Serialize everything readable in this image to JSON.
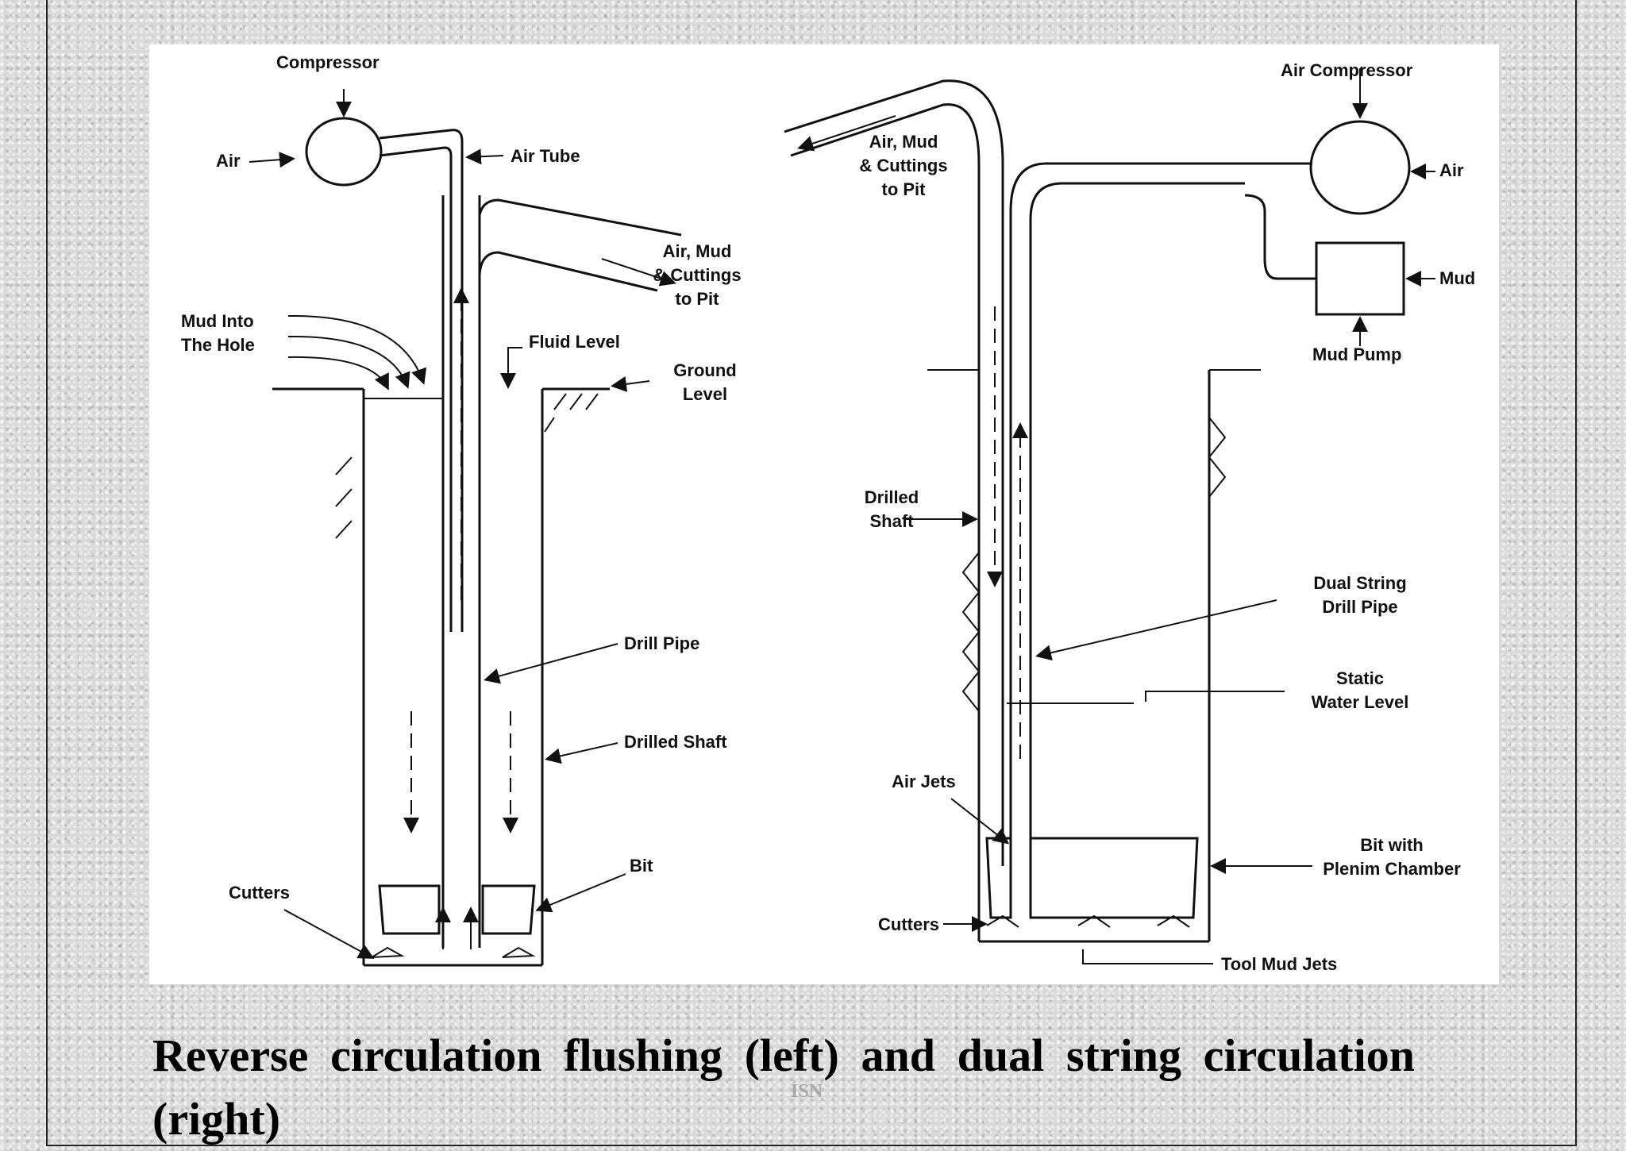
{
  "left_diagram": {
    "compressor": "Compressor",
    "air": "Air",
    "air_tube": "Air Tube",
    "outflow": [
      "Air, Mud",
      "& Cuttings",
      "to Pit"
    ],
    "mud_into_hole": [
      "Mud Into",
      "The Hole"
    ],
    "fluid_level": "Fluid Level",
    "ground_level": [
      "Ground",
      "Level"
    ],
    "drill_pipe": "Drill Pipe",
    "drilled_shaft": "Drilled Shaft",
    "bit": "Bit",
    "cutters": "Cutters"
  },
  "right_diagram": {
    "air_compressor": "Air Compressor",
    "outflow": [
      "Air, Mud",
      "& Cuttings",
      "to Pit"
    ],
    "air": "Air",
    "mud": "Mud",
    "mud_pump": "Mud Pump",
    "drilled_shaft": [
      "Drilled",
      "Shaft"
    ],
    "dual_string": [
      "Dual String",
      "Drill Pipe"
    ],
    "static_water": [
      "Static",
      "Water Level"
    ],
    "air_jets": "Air Jets",
    "bit_plenum": [
      "Bit with",
      "Plenim Chamber"
    ],
    "cutters": "Cutters",
    "tool_mud_jets": "Tool Mud Jets"
  },
  "caption": "Reverse circulation flushing (left) and dual string circulation (right)",
  "watermark": "ISN"
}
